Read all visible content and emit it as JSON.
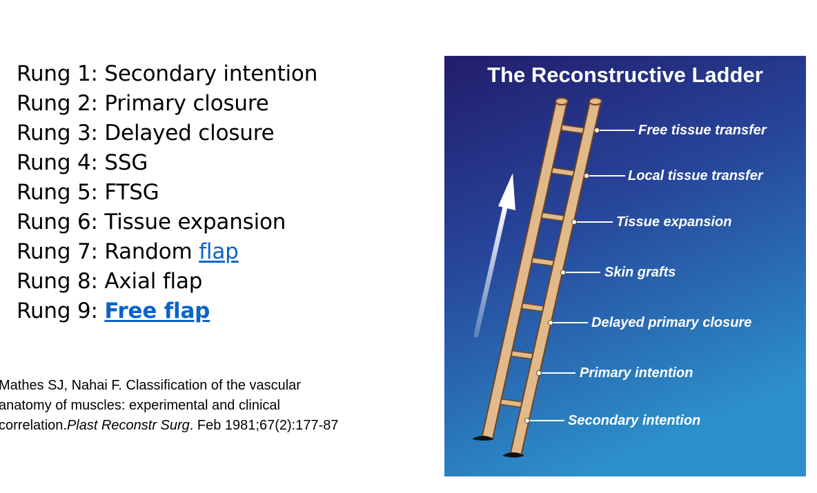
{
  "rungs": [
    {
      "prefix": "Rung 1: ",
      "text": "Secondary intention"
    },
    {
      "prefix": "Rung 2: ",
      "text": "Primary closure"
    },
    {
      "prefix": "Rung 3: ",
      "text": "Delayed closure"
    },
    {
      "prefix": "Rung 4: ",
      "text": "SSG"
    },
    {
      "prefix": "Rung 5: ",
      "text": "FTSG"
    },
    {
      "prefix": "Rung 6: ",
      "text": "Tissue expansion"
    },
    {
      "prefix": "Rung 7: ",
      "text": "Random ",
      "link": "flap"
    },
    {
      "prefix": "Rung 8: ",
      "text": "Axial flap"
    },
    {
      "prefix": "Rung 9: ",
      "link": "Free flap"
    }
  ],
  "citation": {
    "line1": "Mathes SJ, Nahai F. Classification of the vascular",
    "line2": "anatomy of muscles: experimental and clinical",
    "line3_start": "correlation.",
    "journal": "Plast Reconstr Surg",
    "line3_end": ". Feb 1981;67(2):177-87"
  },
  "ladder": {
    "title": "The Reconstructive Ladder",
    "labels": [
      "Free tissue transfer",
      "Local tissue transfer",
      "Tissue expansion",
      "Skin grafts",
      "Delayed primary closure",
      "Primary intention",
      "Secondary intention"
    ]
  },
  "colors": {
    "link": "#0a63c9",
    "panel_top": "#231f6e",
    "panel_bottom": "#2a86c4",
    "ladder_wood": "#e2b98a",
    "ladder_outline": "#6e4420"
  }
}
